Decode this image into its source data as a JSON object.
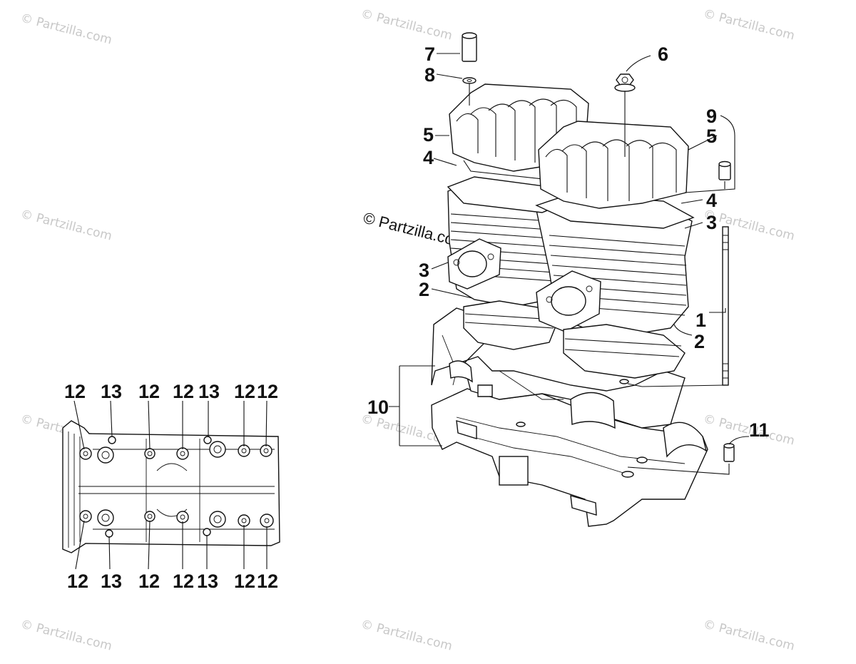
{
  "watermarks": {
    "corner_text": "© Partzilla.com",
    "center_text": "© Partzilla.com"
  },
  "labels": {
    "p1": "1",
    "p2a": "2",
    "p2b": "2",
    "p3a": "3",
    "p3b": "3",
    "p4a": "4",
    "p4b": "4",
    "p5a": "5",
    "p5b": "5",
    "p6": "6",
    "p7": "7",
    "p8": "8",
    "p9": "9",
    "p10": "10",
    "p11": "11"
  },
  "bottom_view": {
    "top_labels": [
      "12",
      "13",
      "12",
      "12",
      "13",
      "12",
      "12"
    ],
    "bottom_labels": [
      "12",
      "13",
      "12",
      "12",
      "13",
      "12",
      "12"
    ]
  },
  "icons": [
    "partzilla-watermark",
    "engine-cylinder-assembly",
    "crankcase-bottom-view"
  ]
}
